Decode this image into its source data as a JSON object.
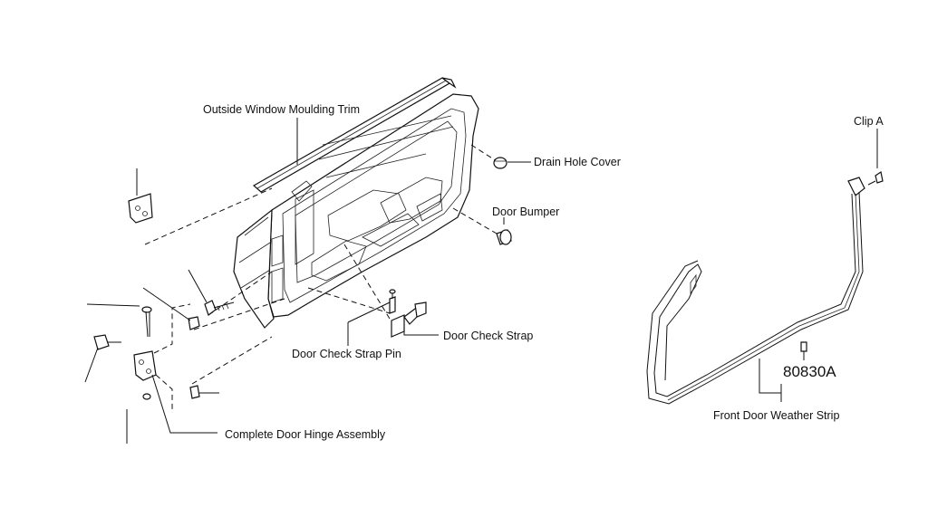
{
  "labels": {
    "outside_window_moulding_trim": "Outside Window Moulding Trim",
    "drain_hole_cover": "Drain Hole Cover",
    "door_bumper": "Door Bumper",
    "door_check_strap": "Door Check Strap",
    "door_check_strap_pin": "Door Check Strap Pin",
    "complete_door_hinge_assembly": "Complete Door Hinge Assembly",
    "clip_a": "Clip A",
    "part_number": "80830A",
    "front_door_weather_strip": "Front Door Weather Strip"
  }
}
